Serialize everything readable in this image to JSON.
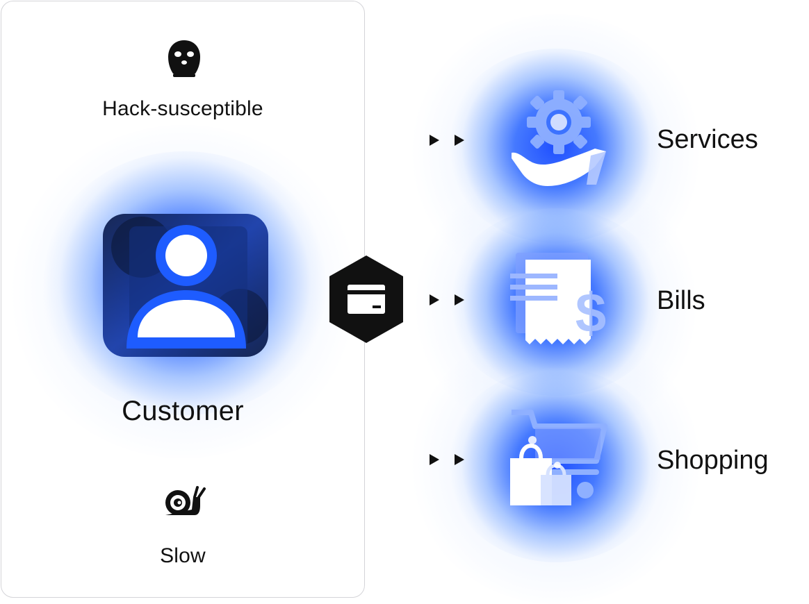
{
  "left": {
    "hack_label": "Hack-susceptible",
    "customer_label": "Customer",
    "slow_label": "Slow"
  },
  "right": {
    "items": [
      {
        "label": "Services",
        "icon": "hand-gear-icon"
      },
      {
        "label": "Bills",
        "icon": "receipt-dollar-icon"
      },
      {
        "label": "Shopping",
        "icon": "shopping-cart-bags-icon"
      }
    ]
  },
  "center": {
    "icon": "card-hexagon-icon"
  },
  "colors": {
    "accent": "#1a5cff",
    "dark": "#111111",
    "border": "#d4d4d8"
  }
}
